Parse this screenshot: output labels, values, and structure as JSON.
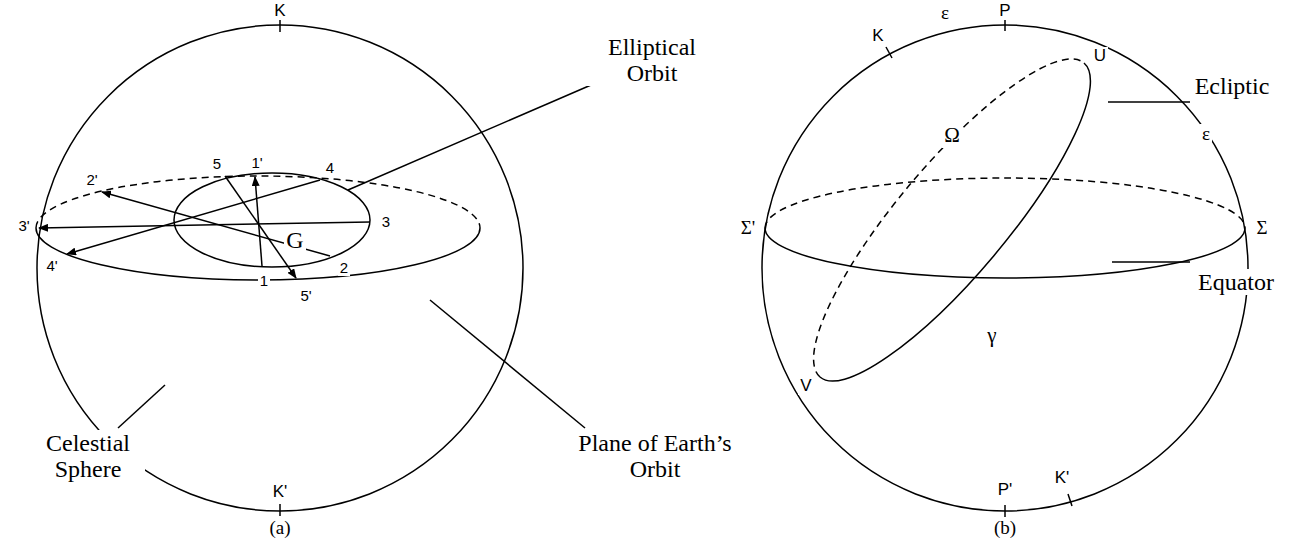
{
  "diagram": {
    "labels": [
      "K",
      "Elliptical Orbit",
      "2'",
      "1'",
      "5",
      "4",
      "3'",
      "G",
      "3",
      "4'",
      "1",
      "2",
      "5'",
      "Celestial Sphere",
      "Plane of Earth’s Orbit",
      "K'",
      "(a)",
      "K",
      "ε",
      "P",
      "U",
      "Ecliptic",
      "ε",
      "Ω",
      "Σ'",
      "Σ",
      "Equator",
      "γ",
      "V",
      "P'",
      "K'",
      "(b)"
    ]
  }
}
